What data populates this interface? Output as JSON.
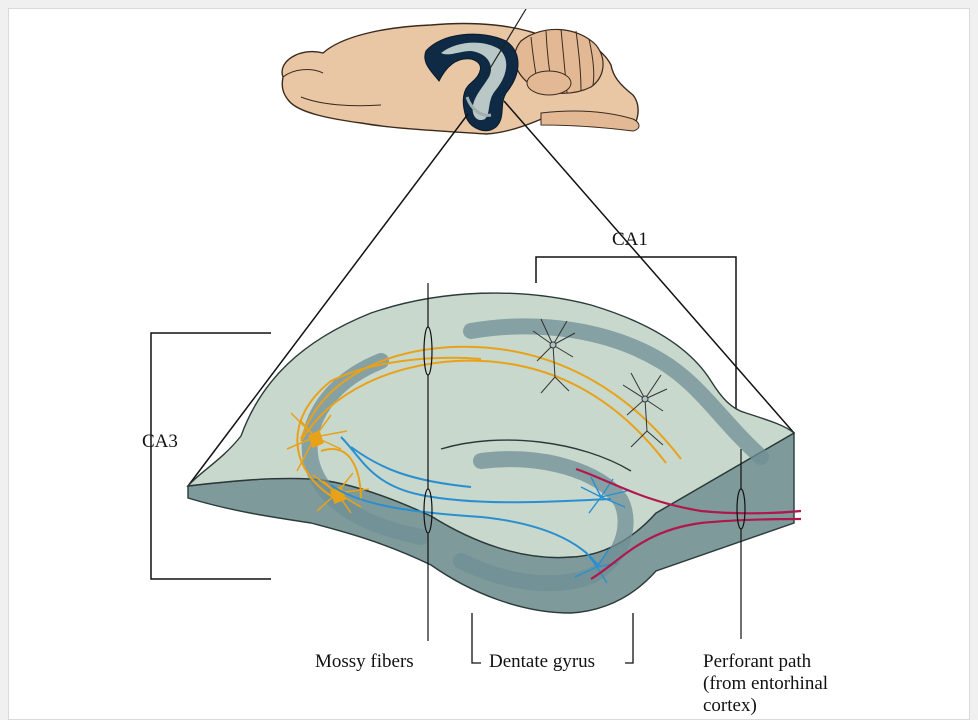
{
  "labels": {
    "ca1": "CA1",
    "ca3": "CA3",
    "mossy": "Mossy fibers",
    "dentate": "Dentate gyrus",
    "perforant": [
      "Perforant path",
      "(from entorhinal",
      "cortex)"
    ]
  },
  "colors": {
    "tissue": "#c9d8cc",
    "tissue_edge": "#2a3a3a",
    "base_shadow": "#7f9a9a",
    "cell_layer": "#6f8f95",
    "mossy_fibers": "#e8a21a",
    "schaffer": "#e8a21a",
    "blue_axons": "#2a8fd0",
    "perforant": "#b0174c",
    "brain": "#e9c6a4",
    "hippocampus_dark": "#0f2a44"
  }
}
